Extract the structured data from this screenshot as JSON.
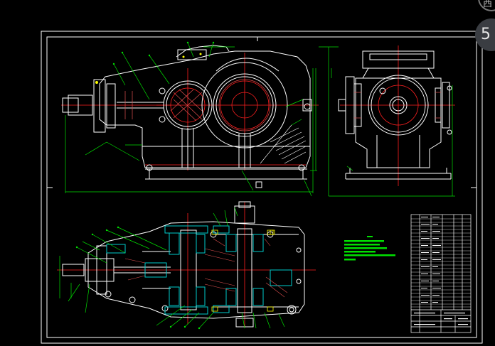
{
  "viewport": {
    "background": "#000000",
    "overlay_badge_text": "5",
    "overlay_top_text": "西"
  },
  "colors": {
    "frame": "#ffffff",
    "geometry": "#ffffff",
    "centerline": "#ff2020",
    "dimension": "#00e000",
    "section": "#00cccc",
    "hatch": "#e05050",
    "highlight": "#ffff00"
  },
  "drawing": {
    "views": [
      "front-view",
      "side-view",
      "top-section-view"
    ],
    "title_block": {
      "rows": 26,
      "columns": 6
    },
    "technical_notes": {
      "lines": 6
    }
  }
}
